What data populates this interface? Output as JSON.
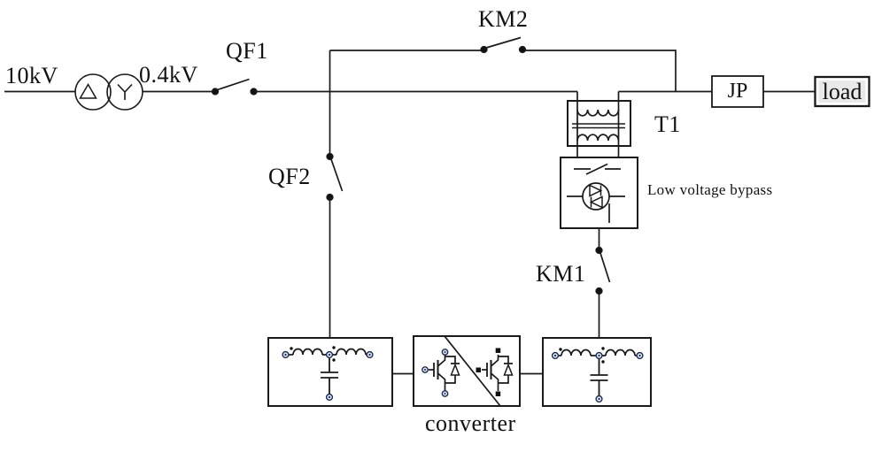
{
  "diagram": {
    "type": "single-line electrical schematic (dynamic voltage restorer with series transformer and low voltage bypass)",
    "labels": {
      "source_voltage": "10kV",
      "bus_voltage": "0.4kV",
      "breaker_qf1": "QF1",
      "breaker_qf2": "QF2",
      "contactor_km1": "KM1",
      "contactor_km2": "KM2",
      "series_transformer": "T1",
      "jp": "JP",
      "load": "load",
      "converter": "converter",
      "low_voltage_bypass": "Low voltage bypass"
    },
    "symbols": [
      {
        "name": "delta-wye-transformer-icon",
        "meaning": "10kV/0.4kV supply transformer, delta primary / wye secondary"
      },
      {
        "name": "open-switch-icon",
        "instances": [
          "QF1",
          "QF2",
          "KM1",
          "KM2"
        ]
      },
      {
        "name": "series-transformer-winding-icon",
        "instance": "T1"
      },
      {
        "name": "thyristor-bypass-icon",
        "instance": "Low voltage bypass"
      },
      {
        "name": "lc-filter-icon",
        "instances": [
          "converter input filter",
          "converter output filter"
        ]
      },
      {
        "name": "igbt-with-diode-icon",
        "instances": [
          "converter left valve",
          "converter right valve"
        ]
      }
    ],
    "colors": {
      "line": "#1a1a1a",
      "background": "#ffffff",
      "load_box_fill": "#e9e9e9",
      "port_ring": "#1c2b50",
      "port_halo": "#dce4f7",
      "terminal_square": "#111111"
    }
  }
}
